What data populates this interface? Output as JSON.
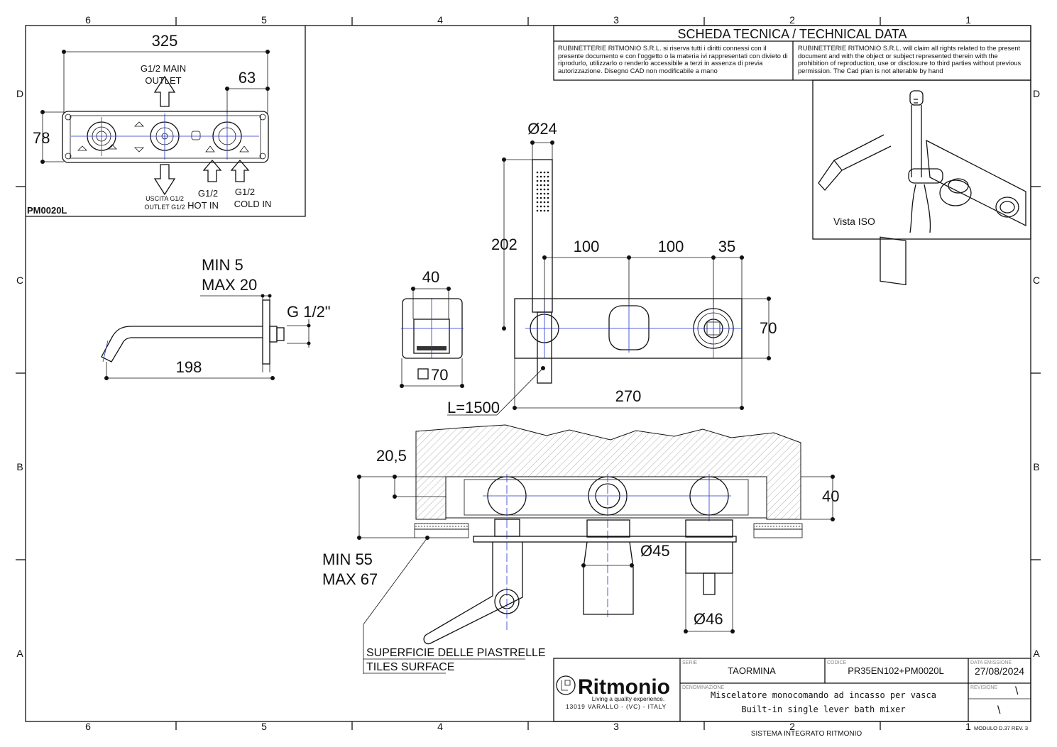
{
  "frame": {
    "columns": [
      "6",
      "5",
      "4",
      "3",
      "2",
      "1"
    ],
    "rows": [
      "D",
      "C",
      "B",
      "A"
    ]
  },
  "header": {
    "title": "SCHEDA TECNICA / TECHNICAL DATA",
    "rights_it": "RUBINETTERIE RITMONIO S.R.L. si riserva tutti i diritti connessi con il presente documento e con l'oggetto o la materia ivi rappresentati con divieto di riprodurlo, utilizzarlo o renderlo accessibile a terzi in assenza di previa autorizzazione. Disegno CAD non modificabile a mano",
    "rights_en": "RUBINETTERIE RITMONIO S.R.L. will claim all rights related to the present document and with the object or subject represented therein with the prohibition  of reproduction, use or disclosure to third parties without previous permission.  The Cad plan is not alterable by hand"
  },
  "iso_view": {
    "label": "Vista ISO"
  },
  "box_view": {
    "code": "PM0020L",
    "width": "325",
    "offset": "63",
    "height": "78",
    "main_outlet_1": "G1/2  MAIN",
    "main_outlet_2": "OUTLET",
    "uscita_1": "USCITA G1/2",
    "uscita_2": "OUTLET G1/2",
    "hot_1": "G1/2",
    "hot_2": "HOT IN",
    "cold_1": "G1/2",
    "cold_2": "COLD IN"
  },
  "spout_view": {
    "min": "MIN 5",
    "max": "MAX 20",
    "thread": "G 1/2\"",
    "length": "198"
  },
  "plate_view": {
    "top": "40",
    "size": "70"
  },
  "front_view": {
    "diameter": "Ø24",
    "hand_shower": "202",
    "d1": "100",
    "d2": "100",
    "d3": "35",
    "height": "70",
    "width": "270",
    "hose": "L=1500"
  },
  "section_view": {
    "offset": "20,5",
    "depth": "40",
    "min": "MIN 55",
    "max": "MAX 67",
    "d45": "Ø45",
    "d46": "Ø46",
    "surface_it": "SUPERFICIE DELLE PIASTRELLE",
    "surface_en": "TILES SURFACE"
  },
  "title_block": {
    "brand": "Ritmonio",
    "slogan": "Living a quality experience.",
    "address": "13019 VARALLO - (VC) - ITALY",
    "serie_label": "SERIE",
    "serie": "TAORMINA",
    "codice_label": "CODICE",
    "codice": "PR35EN102+PM0020L",
    "data_label": "DATA EMISSIONE",
    "data": "27/08/2024",
    "denominazione_label": "DENOMINAZIONE",
    "desc_it": "Miscelatore monocomando ad incasso per vasca",
    "desc_en": "Built-in single lever bath mixer",
    "revisione_label": "REVISIONE",
    "rev1": "\\",
    "rev2": "\\"
  },
  "footer": {
    "system": "SISTEMA INTEGRATO RITMONIO",
    "module": "MODULO D.37 REV. 3"
  }
}
